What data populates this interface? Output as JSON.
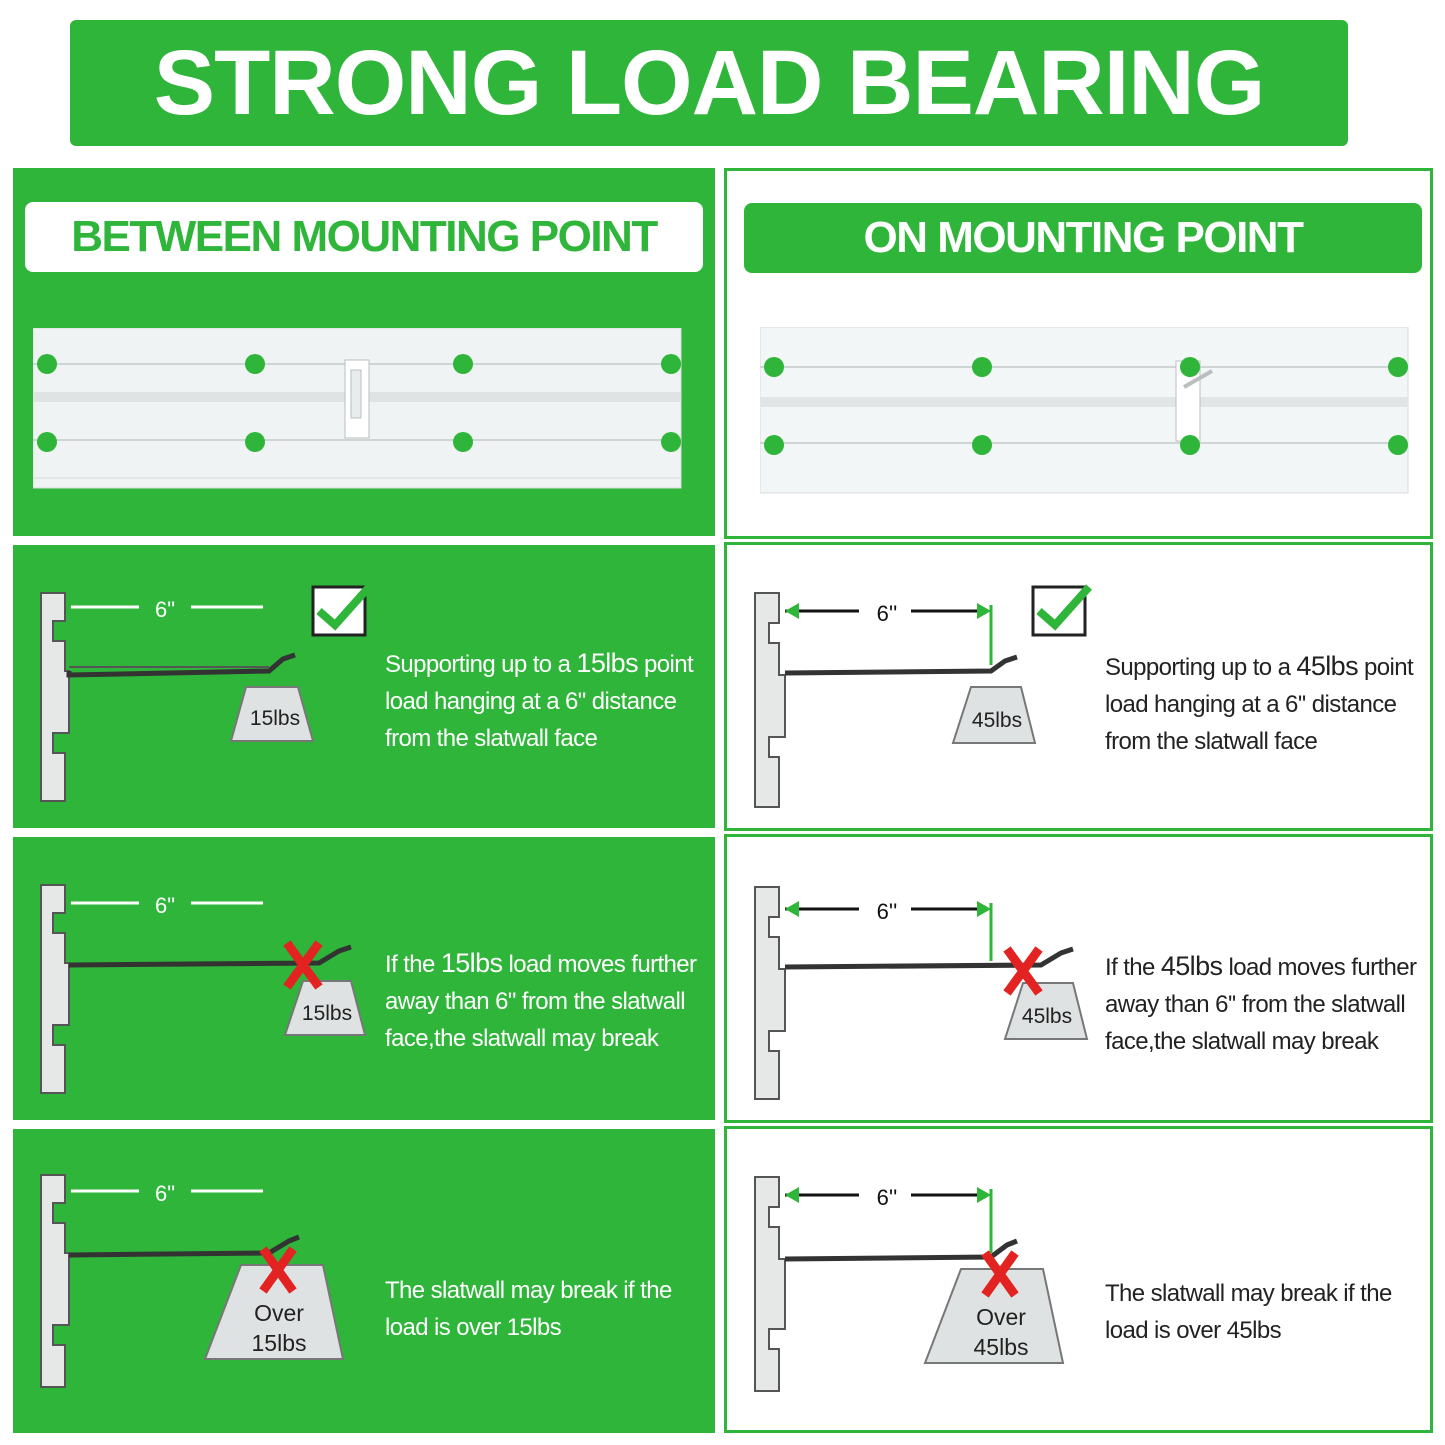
{
  "title": "STRONG LOAD BEARING",
  "left": {
    "header": "BETWEEN MOUNTING POINT",
    "rows": [
      {
        "distance": "6\"",
        "weight": "15lbs",
        "text_pre": "Supporting up to a ",
        "text_big": "15lbs",
        "text_post": " point",
        "line2": "load hanging at a 6\" distance",
        "line3": "from the slatwall face"
      },
      {
        "distance": "6\"",
        "weight": "15lbs",
        "text_pre": "If the ",
        "text_big": "15lbs",
        "text_post": " load moves further",
        "line2": "away than 6\"  from the slatwall",
        "line3": "face,the slatwall may break"
      },
      {
        "distance": "6\"",
        "weight_line1": "Over",
        "weight_line2": "15lbs",
        "line1": "The slatwall may break if the",
        "line2": "load is over 15lbs"
      }
    ]
  },
  "right": {
    "header": "ON MOUNTING POINT",
    "rows": [
      {
        "distance": "6''",
        "weight": "45lbs",
        "text_pre": "Supporting up to a ",
        "text_big": "45lbs",
        "text_post": " point",
        "line2": "load hanging at a 6'' distance",
        "line3": "from the slatwall face"
      },
      {
        "distance": "6''",
        "weight": "45lbs",
        "text_pre": "If the ",
        "text_big": "45lbs",
        "text_post": " load moves further",
        "line2": "away than 6''  from the slatwall",
        "line3": "face,the slatwall may break"
      },
      {
        "distance": "6''",
        "weight_line1": "Over",
        "weight_line2": "45lbs",
        "line1": "The slatwall may break if the",
        "line2": "load is over 45lbs"
      }
    ]
  },
  "colors": {
    "green": "#2fb53a",
    "mark_red": "#e32222",
    "check_green": "#2fb53a"
  },
  "icons": [
    "check-icon",
    "x-icon",
    "mounting-dot-icon",
    "hook-icon",
    "weight-icon"
  ]
}
